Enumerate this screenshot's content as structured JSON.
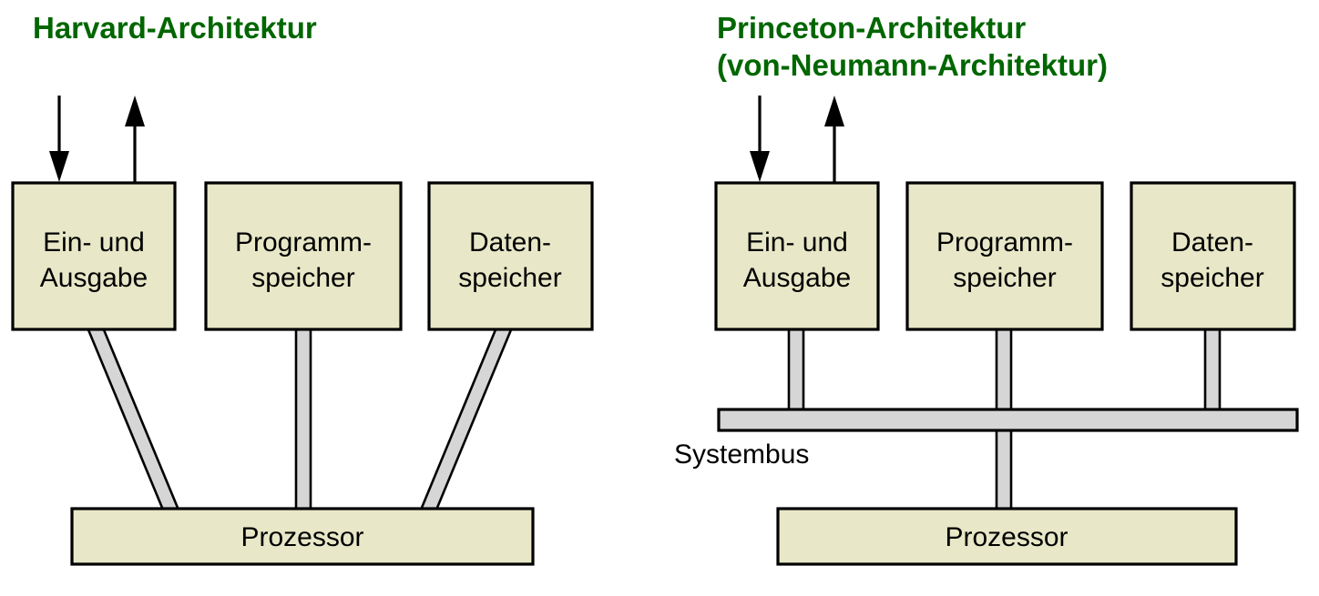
{
  "diagram": {
    "title": "Harvard-Architektur und Princeton-Architektur",
    "colors": {
      "title_green": "#006600",
      "box_fill": "#e8e8c8",
      "bus_fill": "#d6d6d6",
      "outline": "#000000",
      "background": "#ffffff"
    },
    "panels": [
      {
        "id": "harvard",
        "title_lines": [
          "Harvard-Architektur"
        ],
        "boxes": [
          {
            "id": "io",
            "lines": [
              "Ein- und",
              "Ausgabe"
            ]
          },
          {
            "id": "program-memory",
            "lines": [
              "Programm-",
              "speicher"
            ]
          },
          {
            "id": "data-memory",
            "lines": [
              "Daten-",
              "speicher"
            ]
          },
          {
            "id": "processor",
            "lines": [
              "Prozessor"
            ]
          }
        ],
        "external_arrows": [
          {
            "id": "input-arrow",
            "direction": "down"
          },
          {
            "id": "output-arrow",
            "direction": "up"
          }
        ],
        "bus_label": null,
        "connection_style": "dedicated-buses"
      },
      {
        "id": "princeton",
        "title_lines": [
          "Princeton-Architektur",
          "(von-Neumann-Architektur)"
        ],
        "boxes": [
          {
            "id": "io",
            "lines": [
              "Ein- und",
              "Ausgabe"
            ]
          },
          {
            "id": "program-memory",
            "lines": [
              "Programm-",
              "speicher"
            ]
          },
          {
            "id": "data-memory",
            "lines": [
              "Daten-",
              "speicher"
            ]
          },
          {
            "id": "processor",
            "lines": [
              "Prozessor"
            ]
          }
        ],
        "external_arrows": [
          {
            "id": "input-arrow",
            "direction": "down"
          },
          {
            "id": "output-arrow",
            "direction": "up"
          }
        ],
        "bus_label": "Systembus",
        "connection_style": "shared-system-bus"
      }
    ]
  }
}
